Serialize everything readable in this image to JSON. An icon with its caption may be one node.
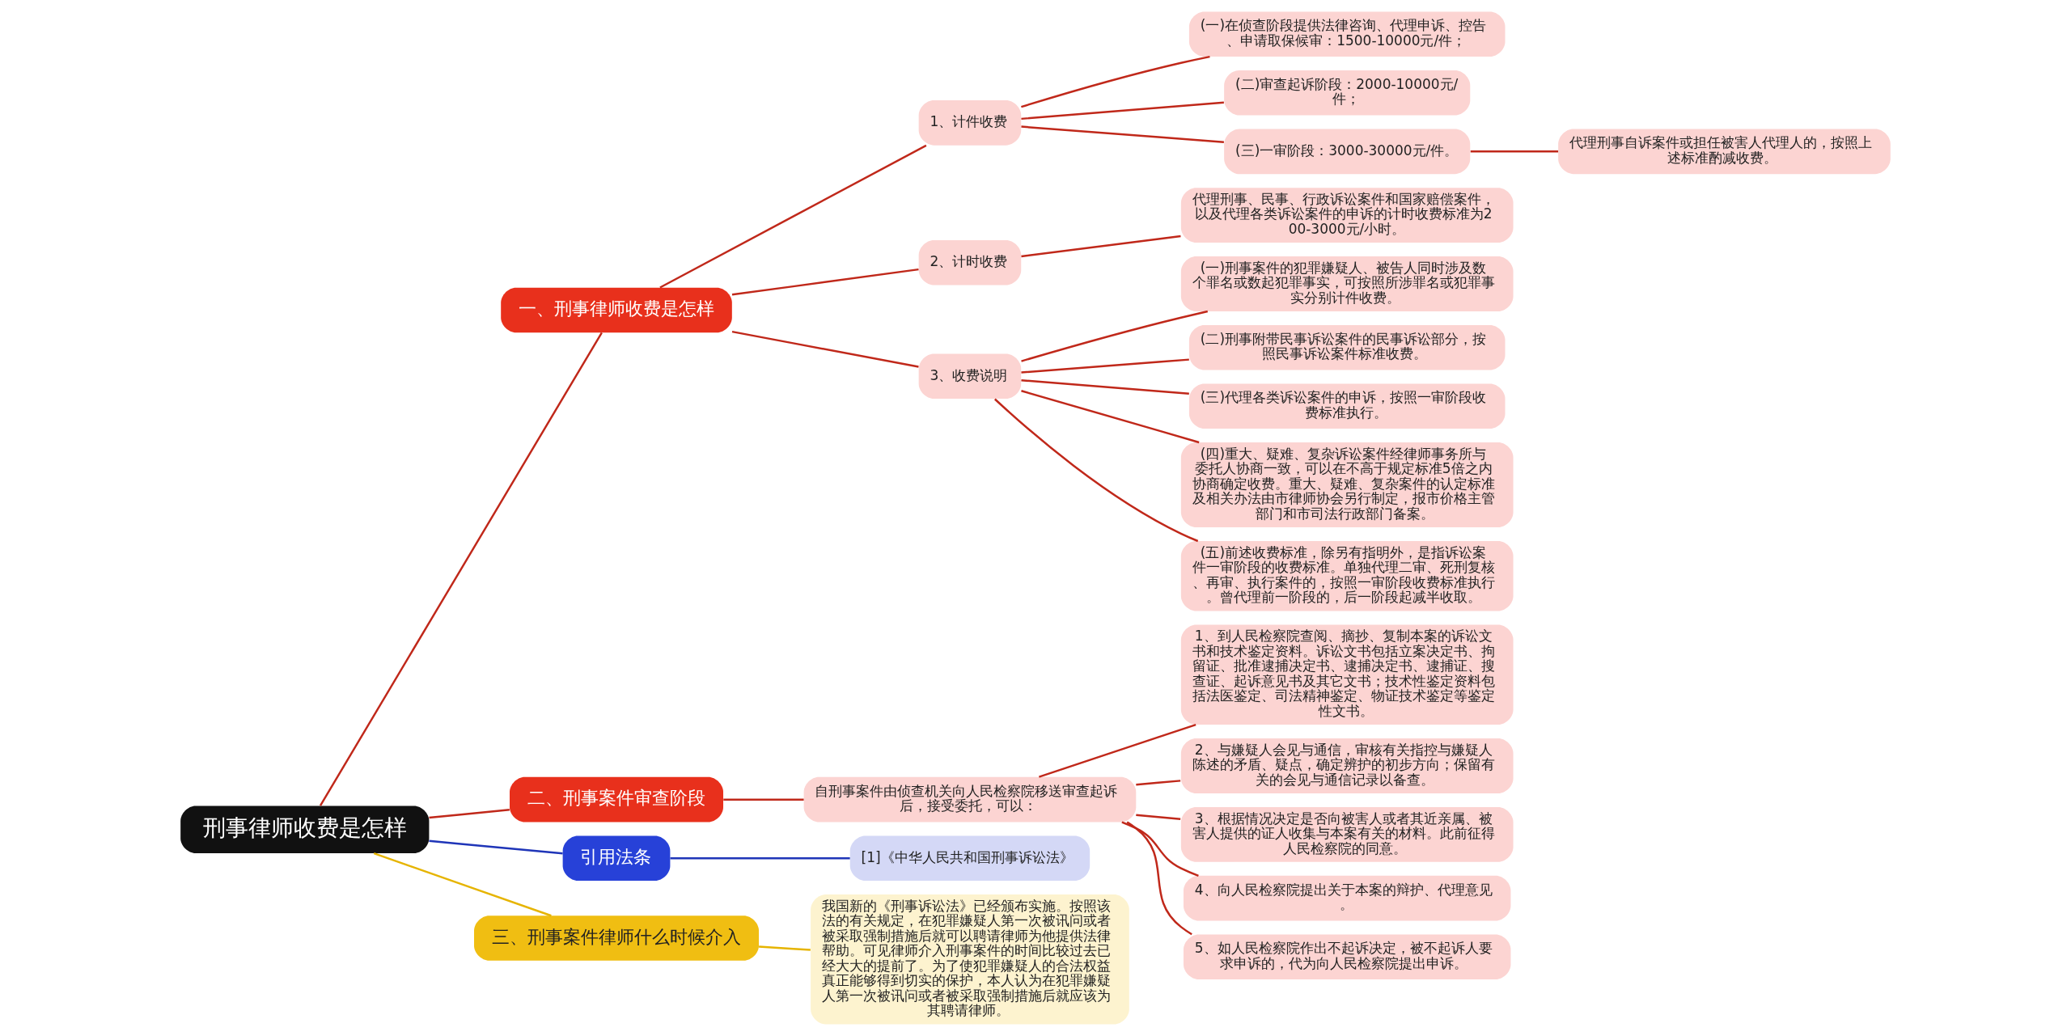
{
  "diagram": {
    "nodes": [
      {
        "text": [
          "刑事律师收费是怎样"
        ]
      },
      {
        "text": [
          "一、刑事律师收费是怎样"
        ]
      },
      {
        "text": [
          "1、计件收费"
        ]
      },
      {
        "text": [
          "(一)在侦查阶段提供法律咨询、代理申诉、控告、申请取保候审：1500-10000元/件；"
        ]
      },
      {
        "text": [
          "(二)审查起诉阶段：2000-10000元/件；"
        ]
      },
      {
        "text": [
          "(三)一审阶段：3000-30000元/件。"
        ]
      },
      {
        "text": [
          "代理刑事自诉案件或担任被害人代理人的，按照上述标准酌减收费。"
        ]
      },
      {
        "text": [
          "2、计时收费"
        ]
      },
      {
        "text": [
          "代理刑事、民事、行政诉讼案件和国家赔偿案件，以及代理各类诉讼案件的申诉的计时收费标准为200-3000元/小时。"
        ]
      },
      {
        "text": [
          "3、收费说明"
        ]
      },
      {
        "text": [
          "(一)刑事案件的犯罪嫌疑人、被告人同时涉及数个罪名或数起犯罪事实，可按照所涉罪名或犯罪事实分别计件收费。"
        ]
      },
      {
        "text": [
          "(二)刑事附带民事诉讼案件的民事诉讼部分，按照民事诉讼案件标准收费。"
        ]
      },
      {
        "text": [
          "(三)代理各类诉讼案件的申诉，按照一审阶段收费标准执行。"
        ]
      },
      {
        "text": [
          "(四)重大、疑难、复杂诉讼案件经律师事务所与委托人协商一致，可以在不高于规定标准5倍之内协商确定收费。重大、疑难、复杂案件的认定标准及相关办法由市律师协会另行制定，报市价格主管部门和市司法行政部门备案。"
        ]
      },
      {
        "text": [
          "(五)前述收费标准，除另有指明外，是指诉讼案件一审阶段的收费标准。单独代理二审、死刑复核、再审、执行案件的，按照一审阶段收费标准执行。曾代理前一阶段的，后一阶段起减半收取。"
        ]
      },
      {
        "text": [
          "二、刑事案件审查阶段"
        ]
      },
      {
        "text": [
          "自刑事案件由侦查机关向人民检察院移送审查起诉后，接受委托，可以："
        ]
      },
      {
        "text": [
          "1、到人民检察院查阅、摘抄、复制本案的诉讼文书和技术鉴定资料。诉讼文书包括立案决定书、拘留证、批准逮捕决定书、逮捕决定书、逮捕证、搜查证、起诉意见书及其它文书；技术性鉴定资料包括法医鉴定、司法精神鉴定、物证技术鉴定等鉴定性文书。"
        ]
      },
      {
        "text": [
          "2、与嫌疑人会见与通信，审核有关指控与嫌疑人陈述的矛盾、疑点，确定辨护的初步方向；保留有关的会见与通信记录以备查。"
        ]
      },
      {
        "text": [
          "3、根据情况决定是否向被害人或者其近亲属、被害人提供的证人收集与本案有关的材料。此前征得人民检察院的同意。"
        ]
      },
      {
        "text": [
          "4、向人民检察院提出关于本案的辩护、代理意见。"
        ]
      },
      {
        "text": [
          "5、如人民检察院作出不起诉决定，被不起诉人要求申诉的，代为向人民检察院提出申诉。"
        ]
      },
      {
        "text": [
          "引用法条"
        ]
      },
      {
        "text": [
          "[1]《中华人民共和国刑事诉讼法》"
        ]
      },
      {
        "text": [
          "三、刑事案件律师什么时候介入"
        ]
      },
      {
        "text": [
          "我国新的《刑事诉讼法》已经颁布实施。按照该法的有关规定，在犯罪嫌疑人第一次被讯问或者被采取强制措施后就可以聘请律师为他提供法律帮助。可见律师介入刑事案件的时间比较过去已经大大的提前了。为了使犯罪嫌疑人的合法权益真正能够得到切实的保护，本人认为在犯罪嫌疑人第一次被讯问或者被采取强制措施后就应该为其聘请律师。"
        ]
      }
    ],
    "edges": [
      {
        "from": 0,
        "to": 1,
        "arrow": "none"
      },
      {
        "from": 1,
        "to": 2,
        "arrow": "none"
      },
      {
        "from": 2,
        "to": 3,
        "arrow": "none"
      },
      {
        "from": 2,
        "to": 4,
        "arrow": "none"
      },
      {
        "from": 2,
        "to": 5,
        "arrow": "none"
      },
      {
        "from": 5,
        "to": 6,
        "arrow": "none"
      },
      {
        "from": 1,
        "to": 7,
        "arrow": "none"
      },
      {
        "from": 7,
        "to": 8,
        "arrow": "none"
      },
      {
        "from": 1,
        "to": 9,
        "arrow": "none"
      },
      {
        "from": 9,
        "to": 10,
        "arrow": "none"
      },
      {
        "from": 9,
        "to": 11,
        "arrow": "none"
      },
      {
        "from": 9,
        "to": 12,
        "arrow": "none"
      },
      {
        "from": 9,
        "to": 13,
        "arrow": "none"
      },
      {
        "from": 9,
        "to": 14,
        "arrow": "none"
      },
      {
        "from": 0,
        "to": 15,
        "arrow": "none"
      },
      {
        "from": 15,
        "to": 16,
        "arrow": "none"
      },
      {
        "from": 16,
        "to": 17,
        "arrow": "none"
      },
      {
        "from": 16,
        "to": 18,
        "arrow": "none"
      },
      {
        "from": 16,
        "to": 19,
        "arrow": "none"
      },
      {
        "from": 16,
        "to": 20,
        "arrow": "none"
      },
      {
        "from": 16,
        "to": 21,
        "arrow": "none"
      },
      {
        "from": 0,
        "to": 22,
        "arrow": "none",
        "color": "#1f35b8"
      },
      {
        "from": 22,
        "to": 23,
        "arrow": "none",
        "color": "#1f35b8"
      },
      {
        "from": 0,
        "to": 24,
        "arrow": "none",
        "color": "#e6b400"
      },
      {
        "from": 24,
        "to": 25,
        "arrow": "none",
        "color": "#e6b400"
      }
    ]
  }
}
